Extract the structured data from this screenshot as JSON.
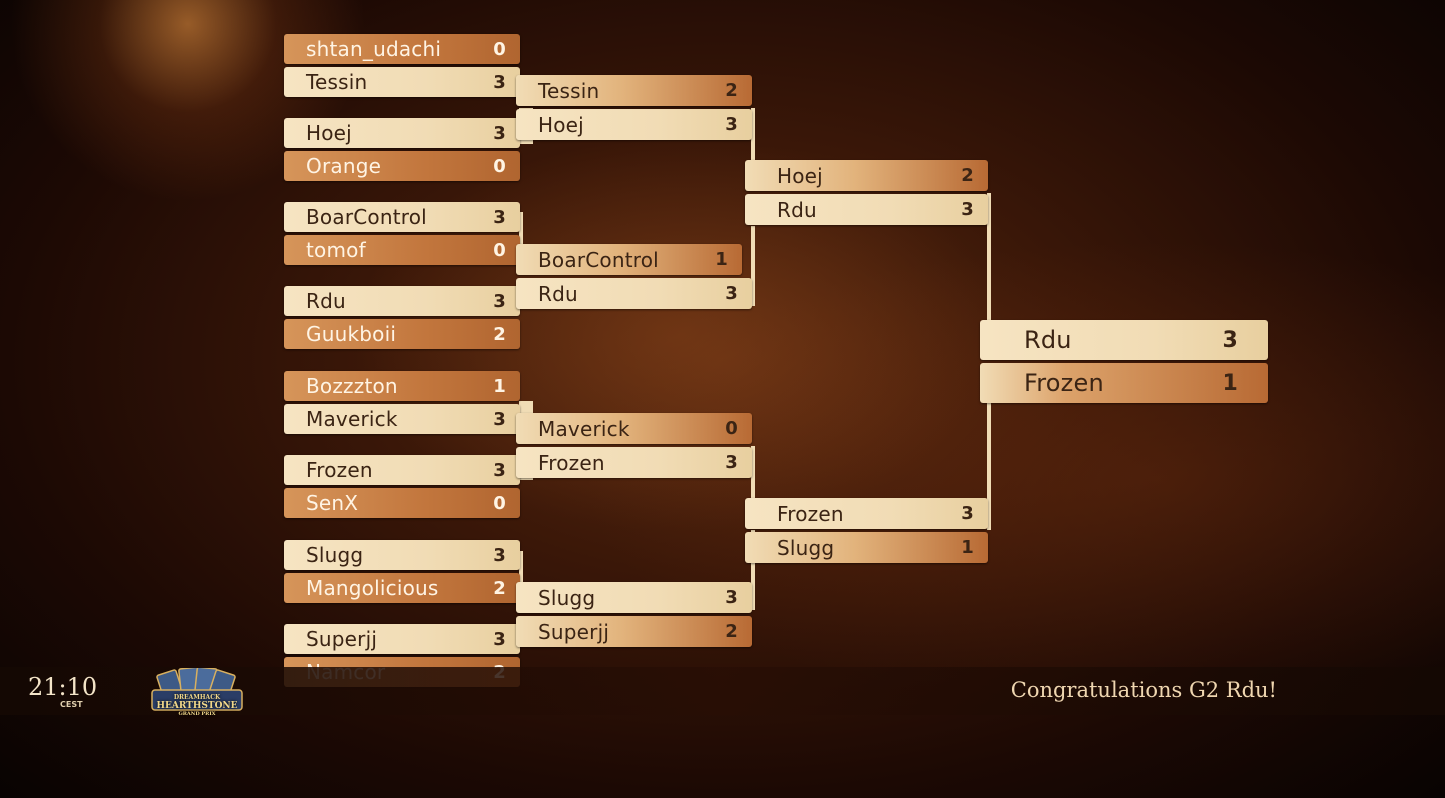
{
  "round1": [
    {
      "name": "shtan_udachi",
      "score": "0",
      "result": "lose"
    },
    {
      "name": "Tessin",
      "score": "3",
      "result": "win"
    },
    {
      "name": "Hoej",
      "score": "3",
      "result": "win"
    },
    {
      "name": "Orange",
      "score": "0",
      "result": "lose"
    },
    {
      "name": "BoarControl",
      "score": "3",
      "result": "win"
    },
    {
      "name": "tomof",
      "score": "0",
      "result": "lose"
    },
    {
      "name": "Rdu",
      "score": "3",
      "result": "win"
    },
    {
      "name": "Guukboii",
      "score": "2",
      "result": "lose"
    },
    {
      "name": "Bozzzton",
      "score": "1",
      "result": "lose"
    },
    {
      "name": "Maverick",
      "score": "3",
      "result": "win"
    },
    {
      "name": "Frozen",
      "score": "3",
      "result": "win"
    },
    {
      "name": "SenX",
      "score": "0",
      "result": "lose"
    },
    {
      "name": "Slugg",
      "score": "3",
      "result": "win"
    },
    {
      "name": "Mangolicious",
      "score": "2",
      "result": "lose"
    },
    {
      "name": "Superjj",
      "score": "3",
      "result": "win"
    },
    {
      "name": "Namcor",
      "score": "2",
      "result": "lose"
    }
  ],
  "round2": [
    {
      "name": "Tessin",
      "score": "2",
      "result": "lose"
    },
    {
      "name": "Hoej",
      "score": "3",
      "result": "win"
    },
    {
      "name": "BoarControl",
      "score": "1",
      "result": "lose"
    },
    {
      "name": "Rdu",
      "score": "3",
      "result": "win"
    },
    {
      "name": "Maverick",
      "score": "0",
      "result": "lose"
    },
    {
      "name": "Frozen",
      "score": "3",
      "result": "win"
    },
    {
      "name": "Slugg",
      "score": "3",
      "result": "win"
    },
    {
      "name": "Superjj",
      "score": "2",
      "result": "lose"
    }
  ],
  "round3": [
    {
      "name": "Hoej",
      "score": "2",
      "result": "lose"
    },
    {
      "name": "Rdu",
      "score": "3",
      "result": "win"
    },
    {
      "name": "Frozen",
      "score": "3",
      "result": "win"
    },
    {
      "name": "Slugg",
      "score": "1",
      "result": "lose"
    }
  ],
  "final": [
    {
      "name": "Rdu",
      "score": "3",
      "result": "win"
    },
    {
      "name": "Frozen",
      "score": "1",
      "result": "lose"
    }
  ],
  "footer": {
    "time": "21:10",
    "timezone": "CEST",
    "logo_top": "DREAMHACK",
    "logo_main": "HEARTHSTONE",
    "logo_sub": "GRAND PRIX",
    "message": "Congratulations G2 Rdu!"
  },
  "colors": {
    "win": "#f3e0bc",
    "lose": "#c77a40",
    "text_dark": "#3b2414",
    "text_light": "#fff4e4"
  }
}
